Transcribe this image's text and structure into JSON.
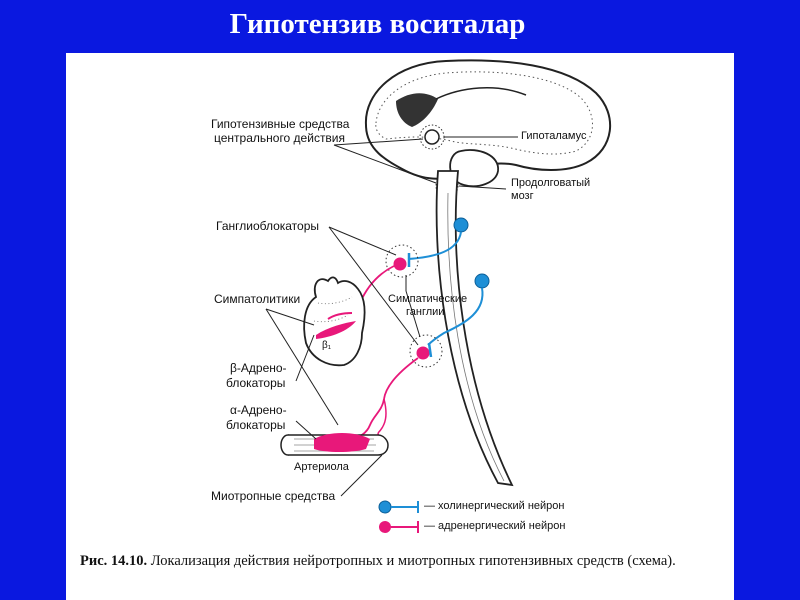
{
  "slide": {
    "title": "Гипотензив воситалар"
  },
  "figure": {
    "labels": {
      "central_agents_line1": "Гипотензивные средства",
      "central_agents_line2": "центрального действия",
      "hypothalamus": "Гипоталамус",
      "medulla_line1": "Продолговатый",
      "medulla_line2": "мозг",
      "ganglion_blockers": "Ганглиоблокаторы",
      "sympatholytics": "Симпатолитики",
      "sympathetic_ganglia_line1": "Симпатические",
      "sympathetic_ganglia_line2": "ганглии",
      "beta_blockers_line1": "β-Адрено-",
      "beta_blockers_line2": "блокаторы",
      "alpha_blockers_line1": "α-Адрено-",
      "alpha_blockers_line2": "блокаторы",
      "arteriole": "Артериола",
      "myotropic": "Миотропные средства",
      "beta1": "β₁"
    },
    "legend": {
      "cholinergic": "— холинергический нейрон",
      "adrenergic": "— адренергический нейрон"
    },
    "caption": {
      "number": "Рис. 14.10.",
      "text": "Локализация действия нейротропных и миотропных гипотензивных средств (схема)."
    },
    "colors": {
      "background": "#0a18e0",
      "cholinergic": "#1e8fd6",
      "adrenergic": "#e8187a",
      "outline": "#222222"
    }
  }
}
